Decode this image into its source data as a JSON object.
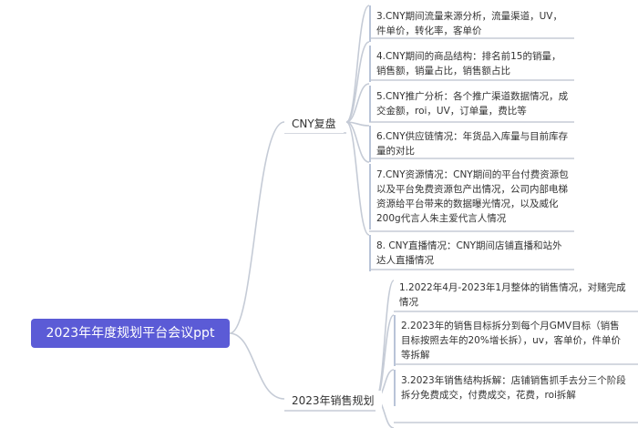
{
  "root": {
    "label": "2023年年度规划平台会议ppt"
  },
  "branches": [
    {
      "label": "CNY复盘",
      "leaves": [
        "3.CNY期间流量来源分析，流量渠道，UV，件单价，转化率，客单价",
        "4.CNY期间的商品结构：排名前15的销量，销售额，销量占比，销售额占比",
        "5.CNY推广分析：各个推广渠道数据情况，成交金额，roi，UV，订单量，费比等",
        "6.CNY供应链情况：年货品入库量与目前库存量的对比",
        "7.CNY资源情况：CNY期间的平台付费资源包以及平台免费资源包产出情况，公司内部电梯资源给平台带来的数据曝光情况，以及威化200g代言人朱主爱代言人情况",
        "8. CNY直播情况：CNY期间店铺直播和站外达人直播情况"
      ]
    },
    {
      "label": "2023年销售规划",
      "leaves": [
        "1.2022年4月-2023年1月整体的销售情况，对赌完成情况",
        "2.2023年的销售目标拆分到每个月GMV目标（销售目标按照去年的20%增长拆），uv，客单价，件单价等拆解",
        "3.2023年销售结构拆解：店铺销售抓手去分三个阶段拆分免费成交，付费成交，花费，roi拆解"
      ]
    }
  ],
  "colors": {
    "root_bg": "#5b5bd6",
    "line": "#c5cbd6"
  }
}
